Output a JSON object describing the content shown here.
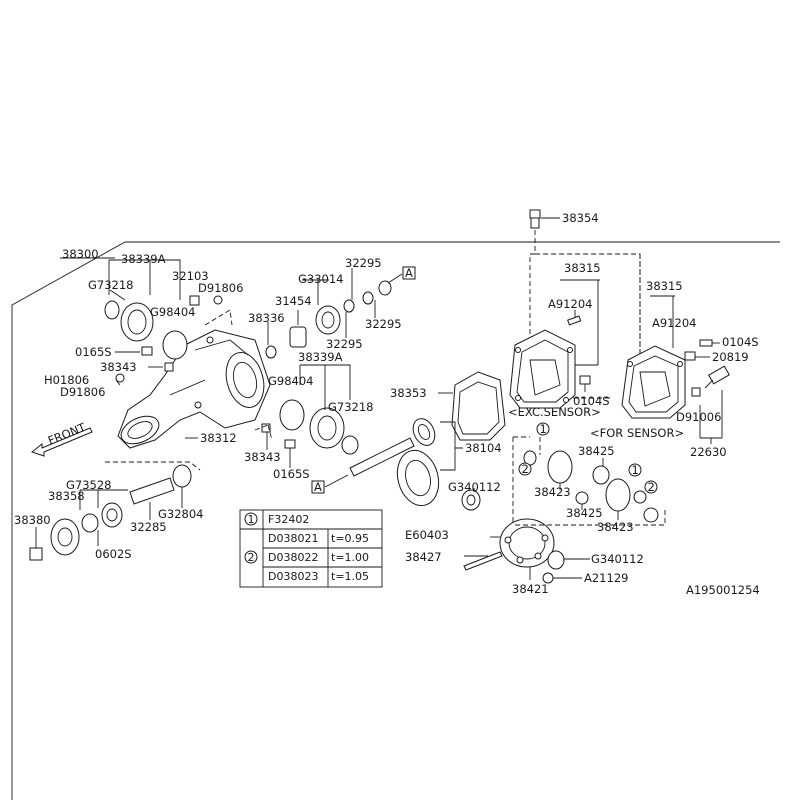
{
  "diagram_code": "A195001254",
  "front_label": "FRONT",
  "box_marker": "A",
  "circle_marks": {
    "one": "1",
    "two": "2"
  },
  "notes": {
    "exc_sensor": "<EXC.SENSOR>",
    "for_sensor": "<FOR SENSOR>"
  },
  "parts": {
    "p38354": "38354",
    "p38300": "38300",
    "p38339A_left": "38339A",
    "p38339A_mid": "38339A",
    "p32103": "32103",
    "p32295_top": "32295",
    "p32295_right": "32295",
    "p32295_low": "32295",
    "pG73218_left": "G73218",
    "pG73218_right": "G73218",
    "pD91806_top": "D91806",
    "pD91806_left": "D91806",
    "pG33014": "G33014",
    "p31454": "31454",
    "pG98404_left": "G98404",
    "pG98404_mid": "G98404",
    "p38336": "38336",
    "p0165S_left": "0165S",
    "p0165S_bottom": "0165S",
    "p38343_left": "38343",
    "p38343_bottom": "38343",
    "pH01806": "H01806",
    "p38312": "38312",
    "p38315_left": "38315",
    "p38315_right": "38315",
    "pA91204_left": "A91204",
    "pA91204_right": "A91204",
    "p0104S_left": "0104S",
    "p0104S_right": "0104S",
    "p20819": "20819",
    "pD91006": "D91006",
    "p22630": "22630",
    "p38353": "38353",
    "p38104": "38104",
    "pG340112_top": "G340112",
    "pG340112_bottom": "G340112",
    "p38425_top": "38425",
    "p38425_bottom": "38425",
    "p38423_top": "38423",
    "p38423_bottom": "38423",
    "pE60403": "E60403",
    "p38427": "38427",
    "p38421": "38421",
    "pA21129": "A21129",
    "pG73528": "G73528",
    "p38358": "38358",
    "p38380": "38380",
    "p32285": "32285",
    "pG32804": "G32804",
    "p0602S": "0602S"
  },
  "shim_table": {
    "rows": [
      {
        "mark": "1",
        "part": "F32402",
        "thickness": ""
      },
      {
        "mark": "2",
        "part": "D038021",
        "thickness": "t=0.95"
      },
      {
        "mark": "",
        "part": "D038022",
        "thickness": "t=1.00"
      },
      {
        "mark": "",
        "part": "D038023",
        "thickness": "t=1.05"
      }
    ]
  }
}
